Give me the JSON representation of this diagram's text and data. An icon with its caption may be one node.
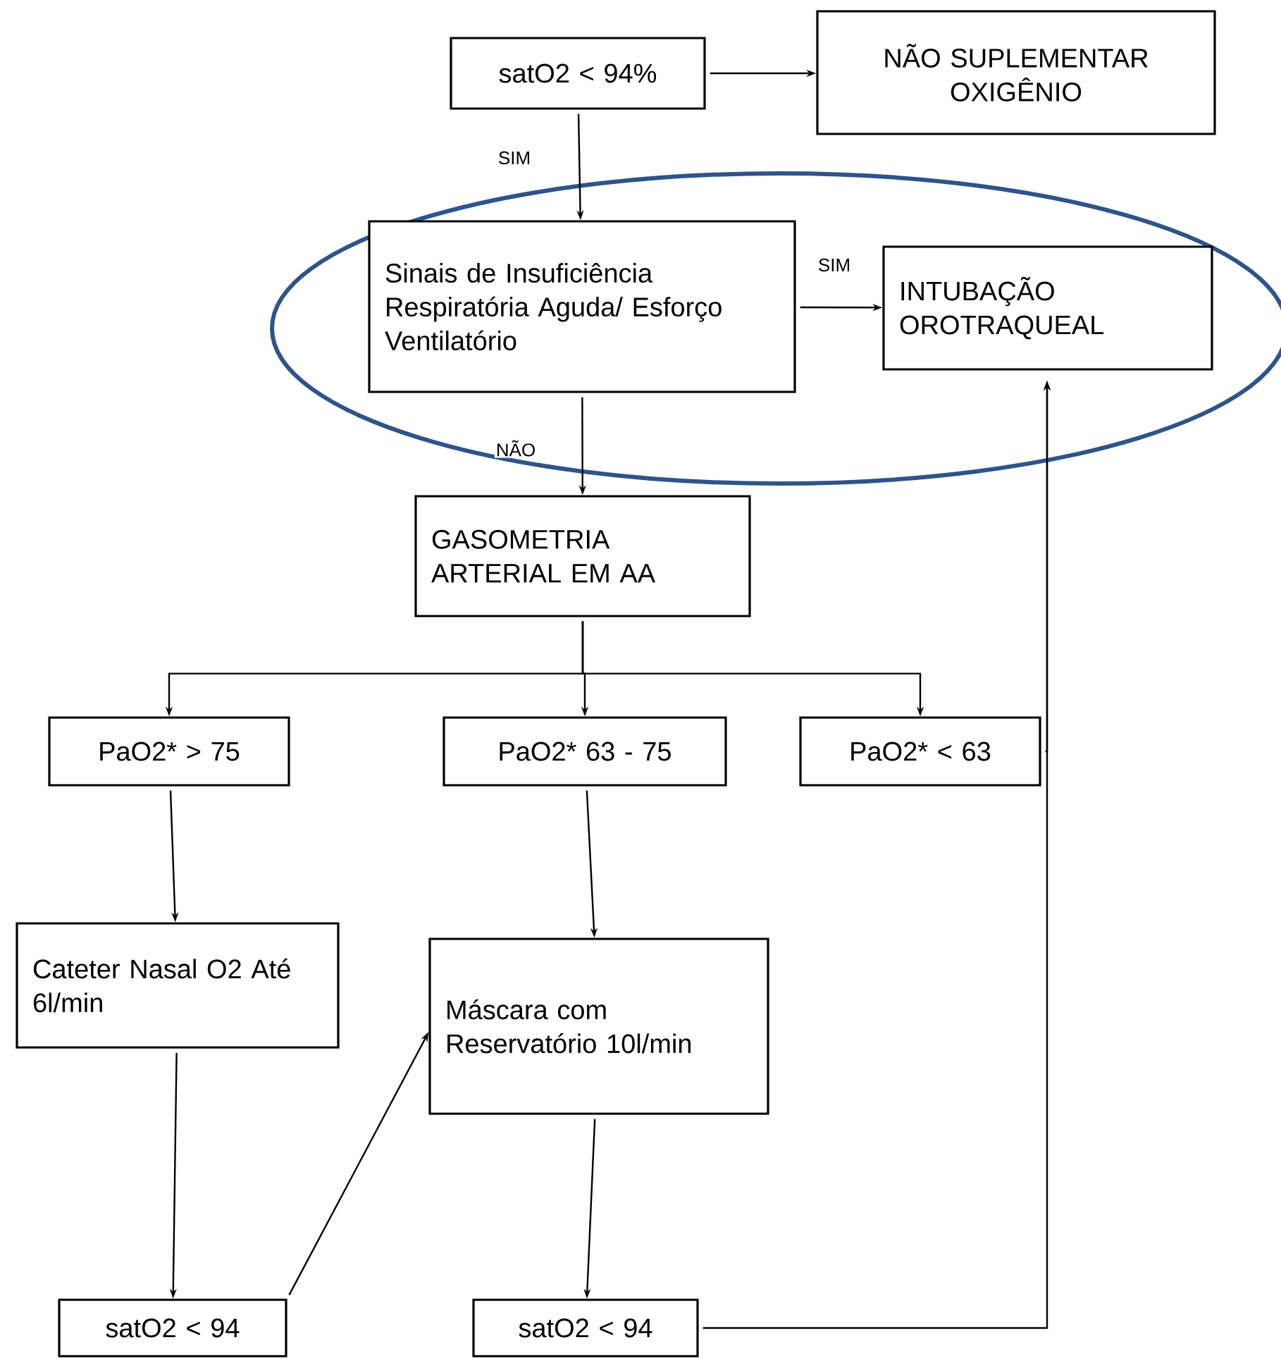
{
  "diagram": {
    "nodes": [
      {
        "text": [
          "satO2 < 94%"
        ]
      },
      {
        "text": [
          "NÃO SUPLEMENTAR OXIGÊNIO"
        ]
      },
      {
        "text": [
          "Sinais de Insuficiência Respiratória Aguda/ Esforço Ventilatório"
        ]
      },
      {
        "text": [
          "INTUBAÇÃO OROTRAQUEAL"
        ]
      },
      {
        "text": [
          "GASOMETRIA ARTERIAL EM AA"
        ]
      },
      {
        "text": [
          "PaO2* > 75"
        ]
      },
      {
        "text": [
          "PaO2* 63 - 75"
        ]
      },
      {
        "text": [
          "PaO2* < 63"
        ]
      },
      {
        "text": [
          "Cateter Nasal O2 Até 6l/min"
        ]
      },
      {
        "text": [
          "Máscara com Reservatório 10l/min"
        ]
      },
      {
        "text": [
          "satO2 < 94"
        ]
      },
      {
        "text": [
          "satO2 < 94"
        ]
      }
    ],
    "edges": [
      {
        "from": 0,
        "to": 1,
        "arrow": "to"
      },
      {
        "from": 0,
        "to": 2,
        "arrow": "to",
        "label": "SIM"
      },
      {
        "from": 2,
        "to": 3,
        "arrow": "to",
        "label": "SIM"
      },
      {
        "from": 2,
        "to": 4,
        "arrow": "to",
        "label": "NÃO"
      },
      {
        "from": 4,
        "to": 5,
        "arrow": "to"
      },
      {
        "from": 4,
        "to": 6,
        "arrow": "to"
      },
      {
        "from": 4,
        "to": 7,
        "arrow": "to"
      },
      {
        "from": 5,
        "to": 8,
        "arrow": "to"
      },
      {
        "from": 6,
        "to": 9,
        "arrow": "to"
      },
      {
        "from": 8,
        "to": 10,
        "arrow": "to"
      },
      {
        "from": 10,
        "to": 9,
        "arrow": "to"
      },
      {
        "from": 9,
        "to": 11,
        "arrow": "to"
      },
      {
        "from": 7,
        "to": 3,
        "arrow": "to"
      },
      {
        "from": 11,
        "to": 3,
        "arrow": "to"
      }
    ]
  }
}
